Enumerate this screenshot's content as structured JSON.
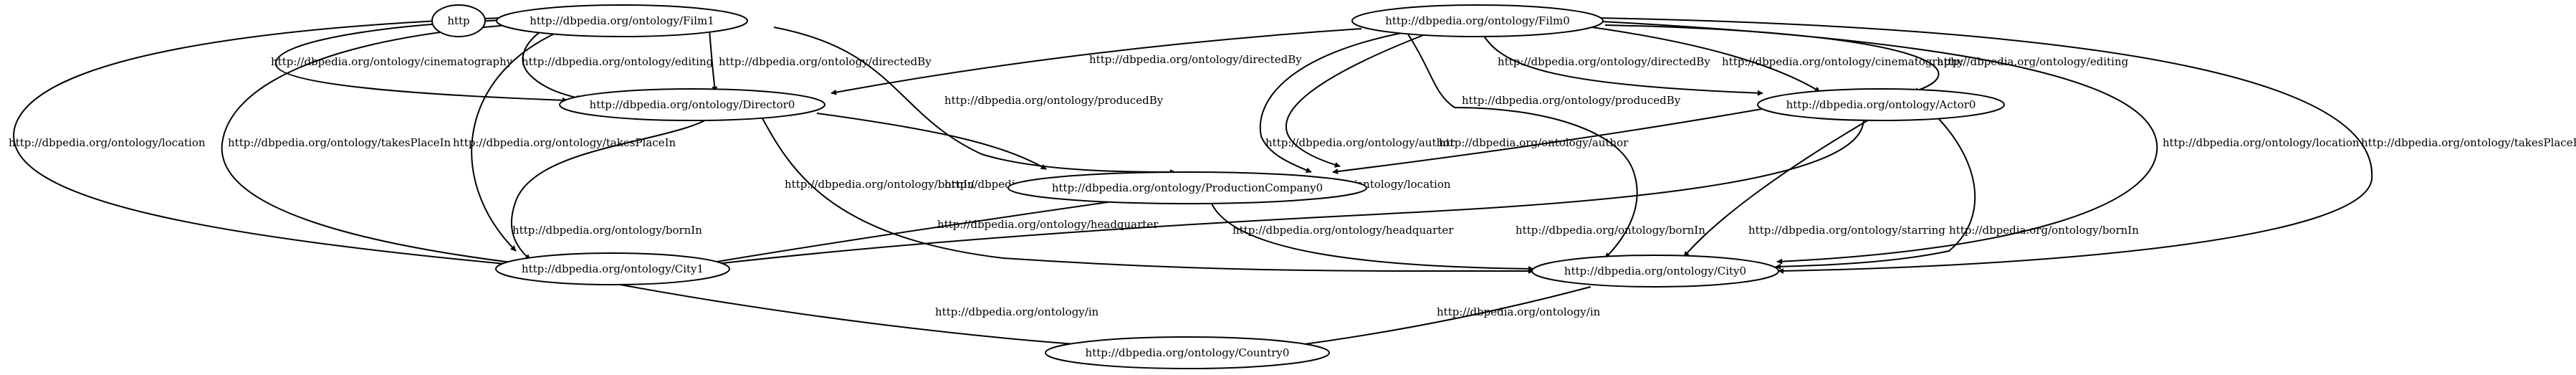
{
  "diagram": {
    "nodes": {
      "http": "http",
      "film1": "http://dbpedia.org/ontology/Film1",
      "film0": "http://dbpedia.org/ontology/Film0",
      "director0": "http://dbpedia.org/ontology/Director0",
      "actor0": "http://dbpedia.org/ontology/Actor0",
      "productioncompany0": "http://dbpedia.org/ontology/ProductionCompany0",
      "city1": "http://dbpedia.org/ontology/City1",
      "city0": "http://dbpedia.org/ontology/City0",
      "country0": "http://dbpedia.org/ontology/Country0"
    },
    "edges": {
      "f1_d0_cinematography": "http://dbpedia.org/ontology/cinematography",
      "f1_d0_editing": "http://dbpedia.org/ontology/editing",
      "f1_d0_directedby": "http://dbpedia.org/ontology/directedBy",
      "f0_d0_directedby": "http://dbpedia.org/ontology/directedBy",
      "f1_pc0_producedby": "http://dbpedia.org/ontology/producedBy",
      "f0_pc0_author": "http://dbpedia.org/ontology/author",
      "f0_pc0_location": "http://dbpedia.org/ontology/location",
      "f1_city1_location": "http://dbpedia.org/ontology/location",
      "f1_city1_takesplacein": "http://dbpedia.org/ontology/takesPlaceIn",
      "f1_city0_takesplacein": "http://dbpedia.org/ontology/takesPlaceIn",
      "f0_city0_producedby": "http://dbpedia.org/ontology/producedBy",
      "f0_a0_directedby": "http://dbpedia.org/ontology/directedBy",
      "f0_a0_cinematography": "http://dbpedia.org/ontology/cinematography",
      "f0_a0_editing": "http://dbpedia.org/ontology/editing",
      "f0_city0_location": "http://dbpedia.org/ontology/location",
      "f0_city0_takesplacein": "http://dbpedia.org/ontology/takesPlaceIn",
      "d0_pc0_author": "http://dbpedia.org/ontology/author",
      "d0_city1_bornin": "http://dbpedia.org/ontology/bornIn",
      "d0_city0_bornin": "http://dbpedia.org/ontology/bornIn",
      "a0_pc0_author": "http://dbpedia.org/ontology/author",
      "a0_city1_bornin": "http://dbpedia.org/ontology/bornIn",
      "a0_city0_starring": "http://dbpedia.org/ontology/starring",
      "a0_city0_bornin": "http://dbpedia.org/ontology/bornIn",
      "pc0_city1_headquarter": "http://dbpedia.org/ontology/headquarter",
      "pc0_city0_headquarter": "http://dbpedia.org/ontology/headquarter",
      "city1_country0_in": "http://dbpedia.org/ontology/in",
      "city0_country0_in": "http://dbpedia.org/ontology/in"
    }
  }
}
